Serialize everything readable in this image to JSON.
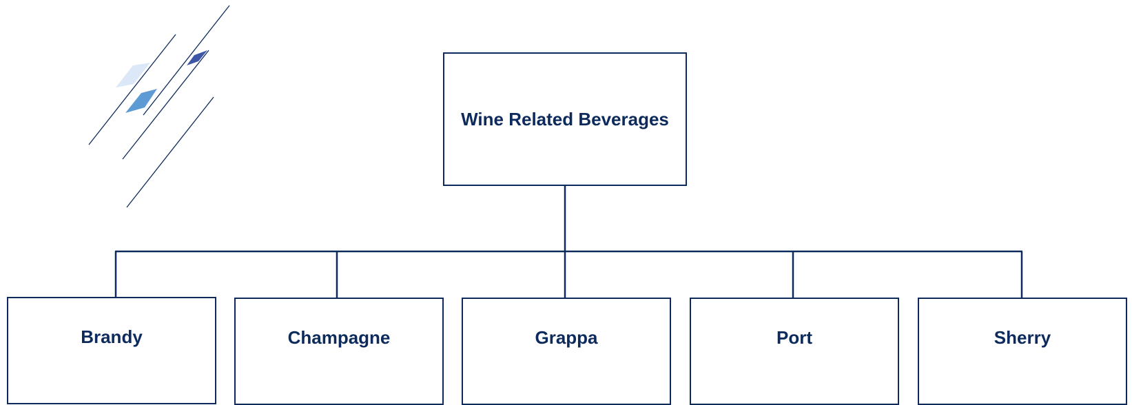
{
  "diagram": {
    "root": {
      "label": "Wine Related Beverages"
    },
    "children": [
      {
        "label": "Brandy"
      },
      {
        "label": "Champagne"
      },
      {
        "label": "Grappa"
      },
      {
        "label": "Port"
      },
      {
        "label": "Sherry"
      }
    ]
  },
  "colors": {
    "line": "#0d2a5c",
    "text": "#0d2a5c",
    "accent_light": "#dce8f7",
    "accent_mid": "#5e9bd4",
    "accent_dark": "#3d56a6"
  }
}
